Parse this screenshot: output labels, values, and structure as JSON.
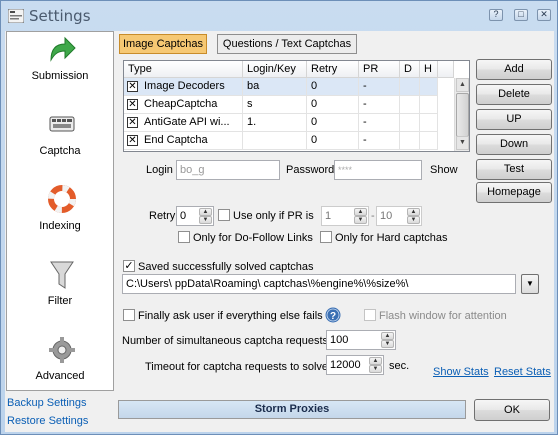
{
  "window": {
    "title": "Settings"
  },
  "sidebar": {
    "items": [
      {
        "label": "Submission",
        "icon": "arrow-right-icon"
      },
      {
        "label": "Captcha",
        "icon": "keyboard-icon"
      },
      {
        "label": "Indexing",
        "icon": "lifebuoy-icon"
      },
      {
        "label": "Filter",
        "icon": "funnel-icon"
      },
      {
        "label": "Advanced",
        "icon": "gear-icon"
      }
    ],
    "links": [
      "Backup Settings",
      "Restore Settings"
    ]
  },
  "tabs": [
    {
      "label": "Image Captchas",
      "active": true
    },
    {
      "label": "Questions / Text Captchas",
      "active": false
    }
  ],
  "table": {
    "headers": [
      "Type",
      "Login/Key",
      "Retry",
      "PR",
      "D",
      "H"
    ],
    "rows": [
      {
        "checked": true,
        "type": "Image Decoders",
        "login": "ba",
        "retry": "0",
        "pr": "-"
      },
      {
        "checked": true,
        "type": "CheapCaptcha",
        "login": "s",
        "retry": "0",
        "pr": "-"
      },
      {
        "checked": true,
        "type": "AntiGate API wi...",
        "login": "1.",
        "retry": "0",
        "pr": "-"
      },
      {
        "checked": true,
        "type": "End Captcha",
        "login": "",
        "retry": "0",
        "pr": "-"
      }
    ]
  },
  "right_buttons": [
    "Add",
    "Delete",
    "UP",
    "Down",
    "Test",
    "Homepage"
  ],
  "credentials": {
    "login_label": "Login",
    "login_value": "bo_g",
    "password_label": "Password",
    "password_value": "****",
    "show_label": "Show"
  },
  "options": {
    "retry_label": "Retry",
    "retry_value": "0",
    "use_only_pr_label": "Use only if PR is",
    "pr_min": "1",
    "pr_sep": "-",
    "pr_max": "10",
    "dofollow_label": "Only for Do-Follow Links",
    "hard_label": "Only for Hard captchas",
    "saved_label": "Saved successfully solved captchas",
    "saved_checked": true,
    "path_value": "C:\\Users\\      ppData\\Roaming\\       captchas\\%engine%\\%size%\\",
    "finally_ask_label": "Finally ask user if everything else fails",
    "flash_label": "Flash window for attention",
    "simultaneous_label": "Number of simultaneous captcha requests",
    "simultaneous_value": "100",
    "timeout_label": "Timeout for captcha requests to solve",
    "timeout_value": "12000",
    "timeout_unit": "sec.",
    "show_stats": "Show Stats",
    "reset_stats": "Reset Stats"
  },
  "footer": {
    "progress_text": "Storm Proxies",
    "ok_label": "OK"
  },
  "colors": {
    "accent_tab": "#f6c873",
    "link": "#0b5fb5",
    "help": "#3a6fb3"
  }
}
